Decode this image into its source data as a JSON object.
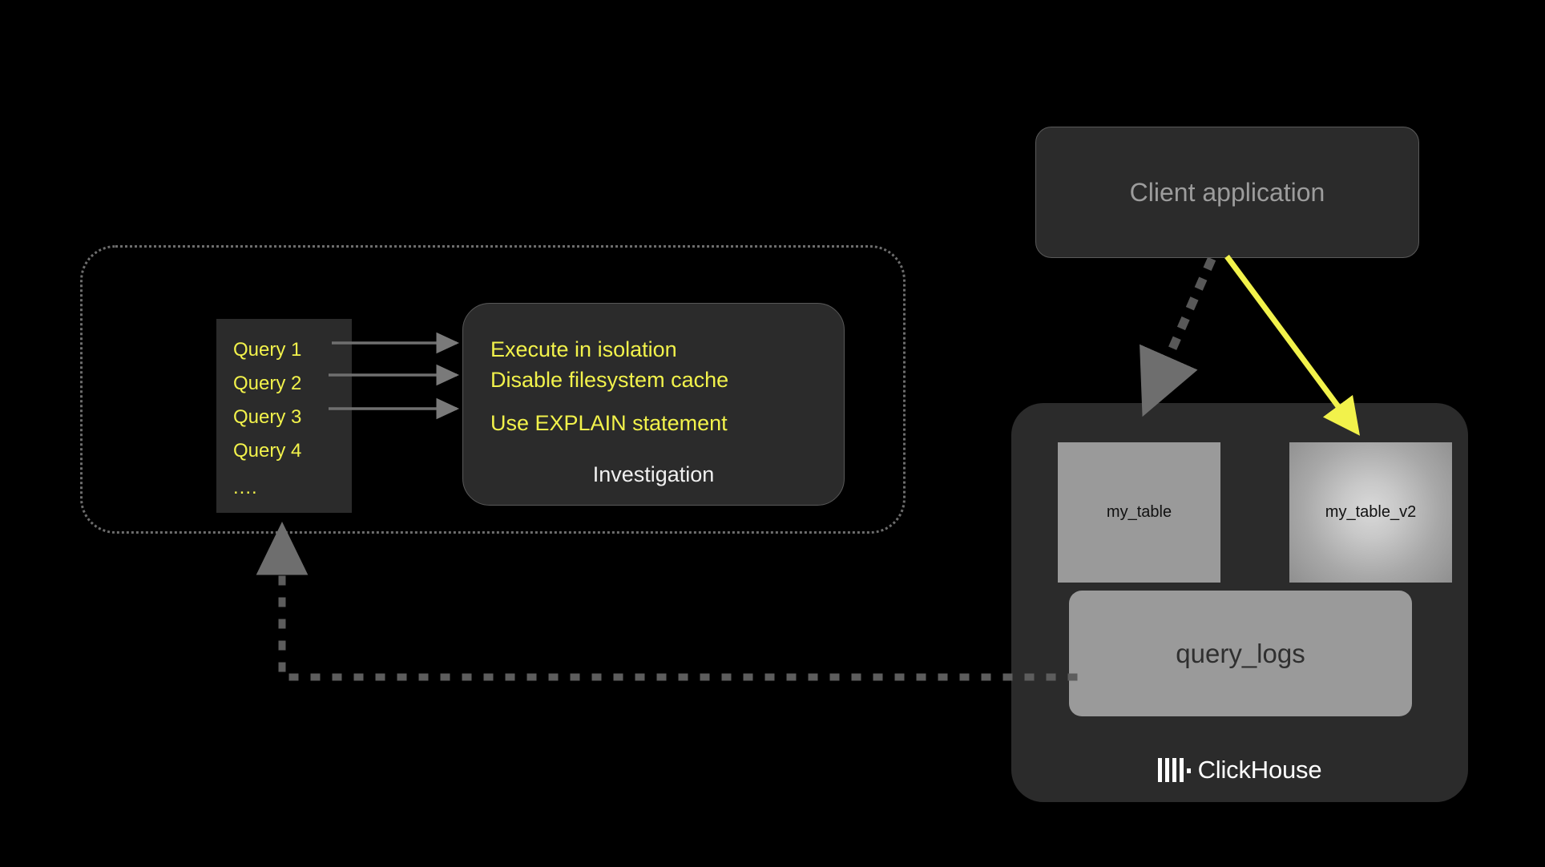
{
  "diagram": {
    "title": "ClickHouse query investigation flow",
    "background": "#000000",
    "accent_yellow": "#f2f24b",
    "panel_gray": "#2b2b2b",
    "node_gray": "#9a9a9a"
  },
  "queries": {
    "items": [
      {
        "label": "Query 1"
      },
      {
        "label": "Query 2"
      },
      {
        "label": "Query 3"
      },
      {
        "label": "Query 4"
      }
    ],
    "ellipsis": "...."
  },
  "investigation": {
    "lines": [
      "Execute in isolation",
      "Disable filesystem cache",
      "Use EXPLAIN statement"
    ],
    "title": "Investigation"
  },
  "client": {
    "label": "Client application"
  },
  "clickhouse": {
    "tables": [
      {
        "label": "my_table"
      },
      {
        "label": "my_table_v2"
      }
    ],
    "logs": {
      "label": "query_logs"
    },
    "brand": "ClickHouse"
  },
  "connectors": {
    "query_to_investigation": "solid-gray-arrow",
    "client_to_my_table": "dotted-gray-arrow",
    "client_to_my_table_v2": "solid-yellow-arrow",
    "query_logs_to_queries": "dotted-gray-arrow"
  }
}
